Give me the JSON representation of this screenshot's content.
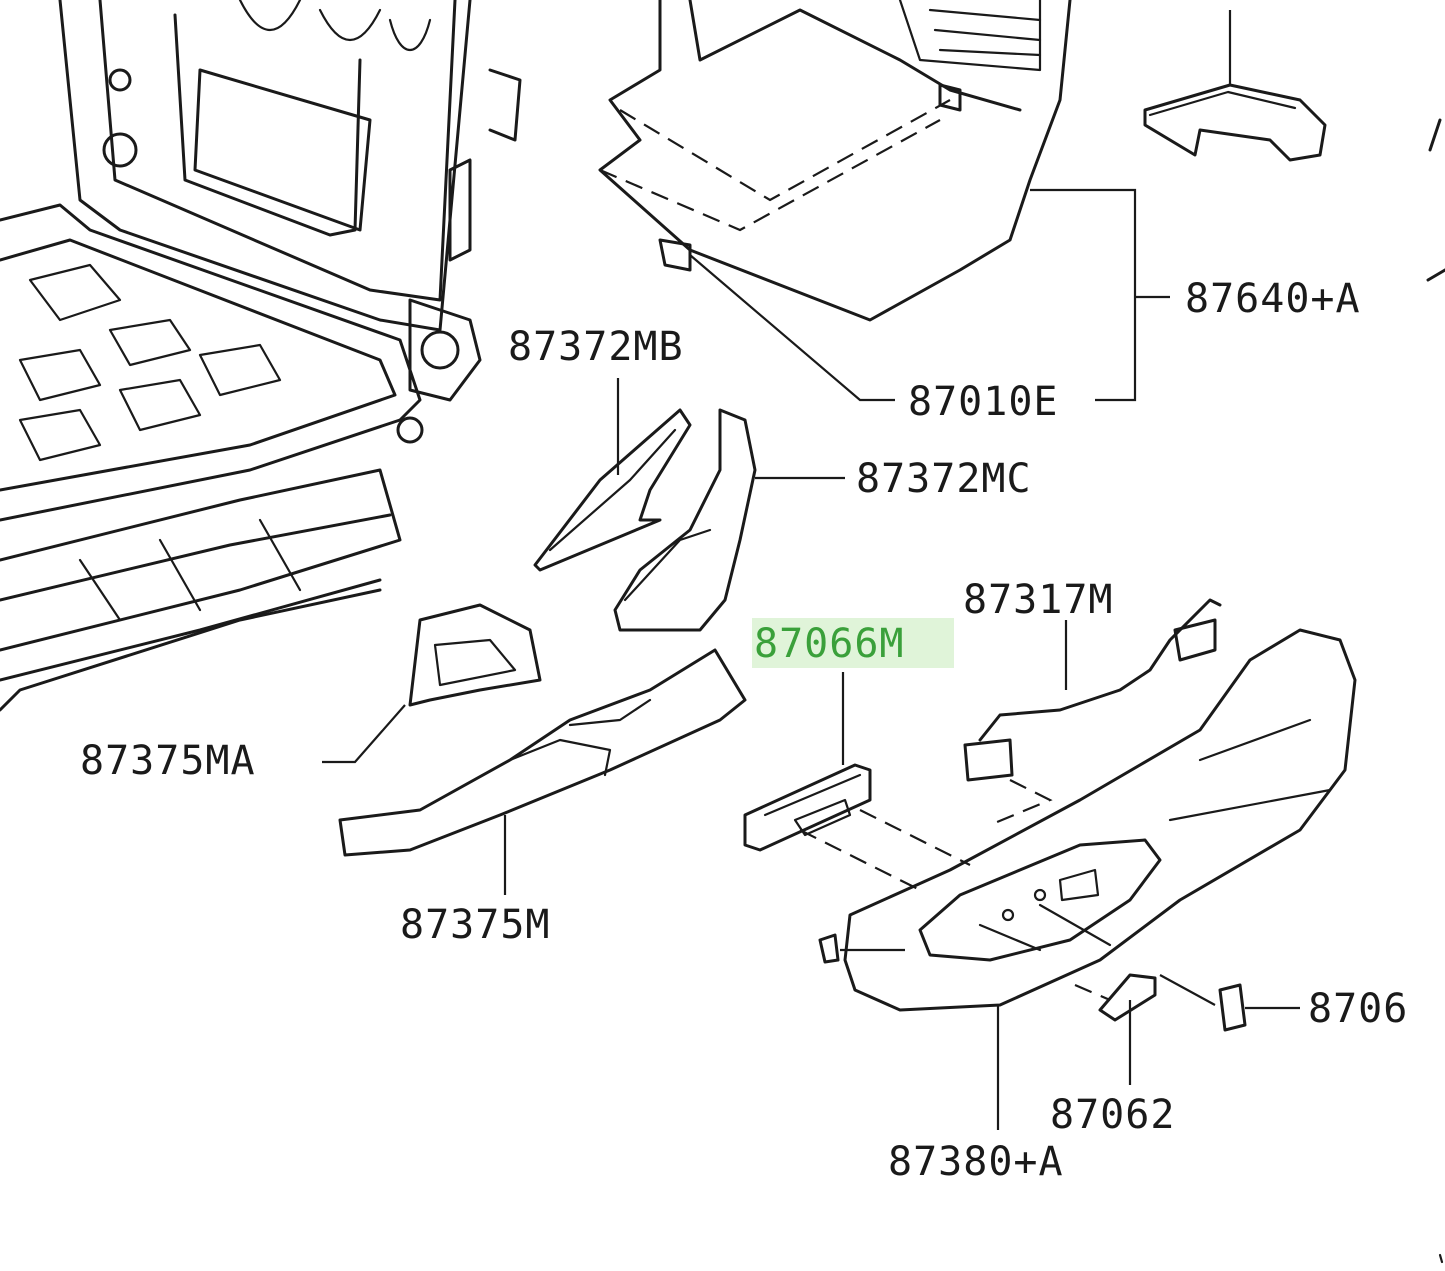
{
  "labels": {
    "p87640A": "87640+A",
    "p87010E": "87010E",
    "p87372MB": "87372MB",
    "p87372MC": "87372MC",
    "p87317M": "87317M",
    "p87066M": "87066M",
    "p87375MA": "87375MA",
    "p87375M": "87375M",
    "p8706x": "8706",
    "p87062": "87062",
    "p87380A": "87380+A"
  },
  "colors": {
    "line": "#1a1a1a",
    "highlight_text": "#3aa03a",
    "highlight_bg": "#d6f0cc"
  },
  "highlighted_part": "87066M"
}
